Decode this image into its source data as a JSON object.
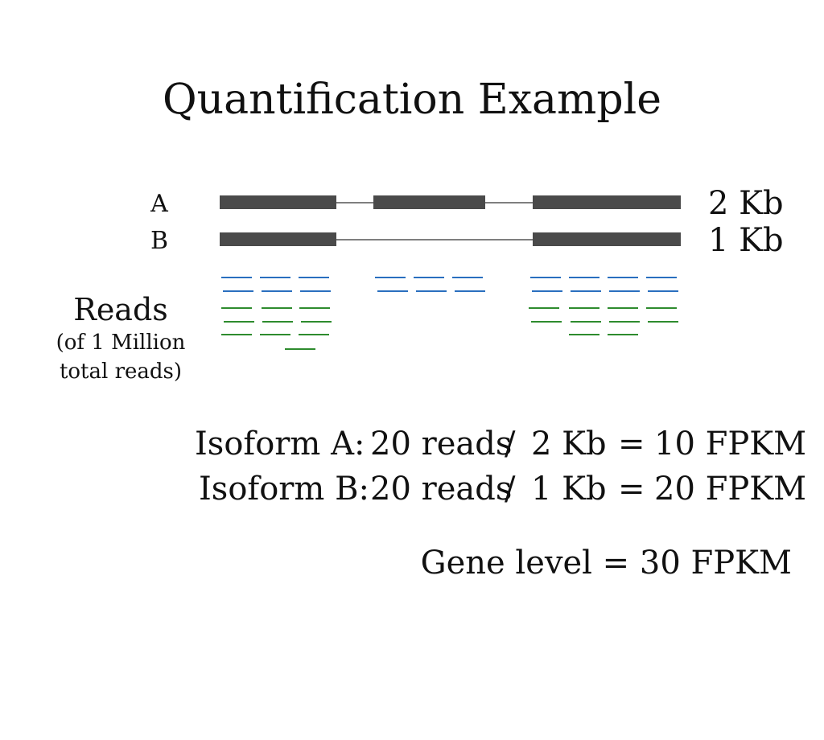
{
  "title": "Quantification Example",
  "isoforms": [
    {
      "name": "A",
      "length": "2 Kb"
    },
    {
      "name": "B",
      "length": "1 Kb"
    }
  ],
  "reads_label": "Reads",
  "reads_sub": [
    "(of 1 Million",
    "total reads)"
  ],
  "calc": [
    {
      "label": "Isoform A:",
      "reads": "20 reads",
      "op": "/",
      "length": "2 Kb",
      "eq": "=",
      "result": "10 FPKM"
    },
    {
      "label": "Isoform B:",
      "reads": "20 reads",
      "op": "/",
      "length": "1 Kb",
      "eq": "=",
      "result": "20 FPKM"
    }
  ],
  "gene_level": "Gene level = 30 FPKM",
  "colors": {
    "exon": "#4a4a4a",
    "intron": "#555555",
    "read_blue": "#2a6fbf",
    "read_green": "#2e8b2e"
  }
}
